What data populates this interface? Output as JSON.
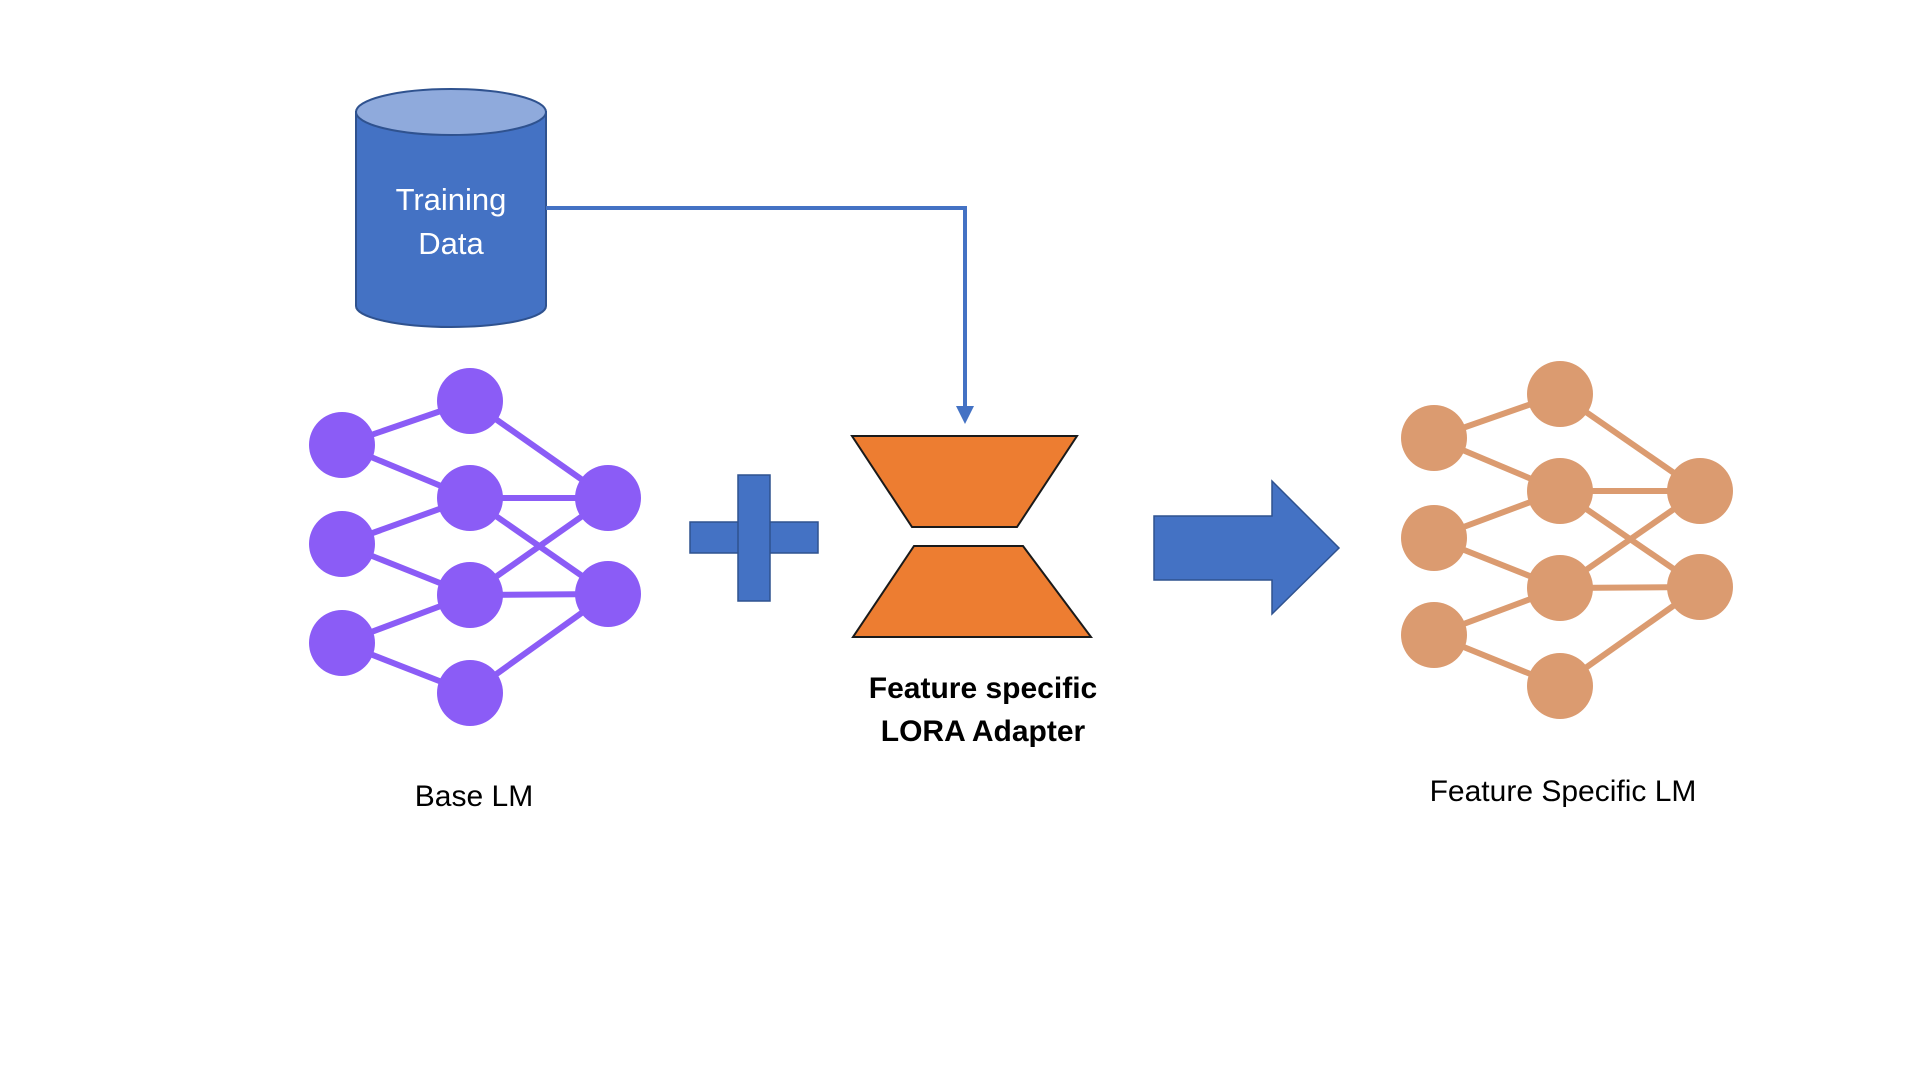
{
  "training_data": {
    "line1": "Training",
    "line2": "Data"
  },
  "base_lm": {
    "label": "Base LM"
  },
  "adapter": {
    "line1": "Feature specific",
    "line2": "LORA Adapter"
  },
  "feature_lm": {
    "label": "Feature Specific LM"
  },
  "colors": {
    "cylinder_fill": "#4472C4",
    "cylinder_top": "#8FAADC",
    "cylinder_stroke": "#2F528F",
    "connector": "#4472C4",
    "base_network": "#8B5CF6",
    "adapter_fill": "#ED7D31",
    "adapter_stroke": "#1a1a1a",
    "plus": "#4472C4",
    "arrow": "#4472C4",
    "feature_network": "#DB9B70",
    "text_light": "#ffffff",
    "text_dark": "#000000"
  }
}
